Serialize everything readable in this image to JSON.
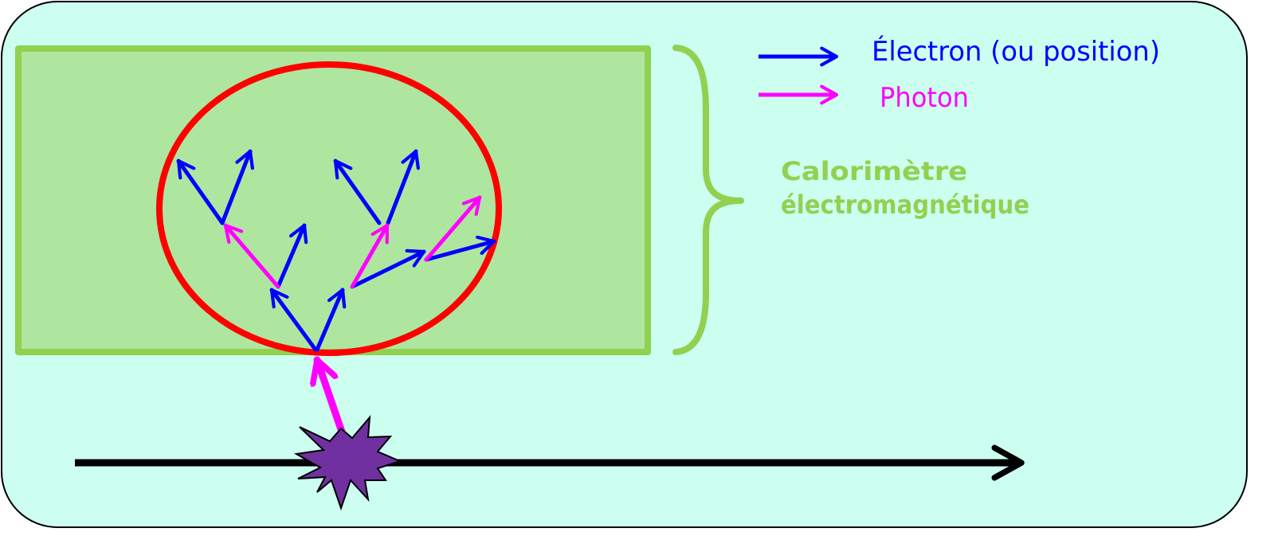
{
  "legend": {
    "electron_label": "Électron (ou position)",
    "photon_label": "Photon"
  },
  "calorimeter": {
    "label_line1": "Calorimètre",
    "label_line2": "électromagnétique"
  },
  "colors": {
    "background": "#ccfff0",
    "calorimeter_fill": "#aee6a0",
    "calorimeter_border": "#92d050",
    "shower_ellipse": "#ff0000",
    "electron": "#0000ff",
    "photon": "#ff00ff",
    "beam": "#000000",
    "collision": "#7030a0"
  },
  "icons": {
    "collision": "starburst-icon",
    "electron_arrow": "blue-arrow-icon",
    "photon_arrow": "magenta-arrow-icon",
    "beam_arrow": "black-arrow-icon",
    "brace": "curly-brace-icon"
  }
}
